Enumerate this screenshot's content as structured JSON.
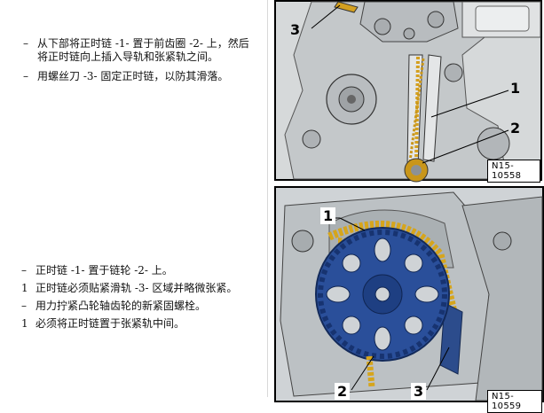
{
  "steps_top": [
    {
      "marker": "–",
      "text": "从下部将正时链 -1- 置于前齿圈 -2- 上，然后将正时链向上插入导轨和张紧轨之间。"
    },
    {
      "marker": "–",
      "text": "用螺丝刀 -3- 固定正时链，以防其滑落。"
    }
  ],
  "steps_bottom": [
    {
      "marker": "–",
      "text": "正时链 -1- 置于链轮 -2- 上。"
    },
    {
      "marker": "1",
      "text": "正时链必须贴紧滑轨 -3- 区域并略微张紧。"
    },
    {
      "marker": "–",
      "text": "用力拧紧凸轮轴齿轮的新紧固螺栓。"
    },
    {
      "marker": "1",
      "text": "必须将正时链置于张紧轨中间。"
    }
  ],
  "figure_top": {
    "callouts": [
      "3",
      "1",
      "2"
    ],
    "image_id": "N15-10558"
  },
  "figure_bottom": {
    "callouts": [
      "1",
      "2",
      "3"
    ],
    "image_id": "N15-10559"
  }
}
